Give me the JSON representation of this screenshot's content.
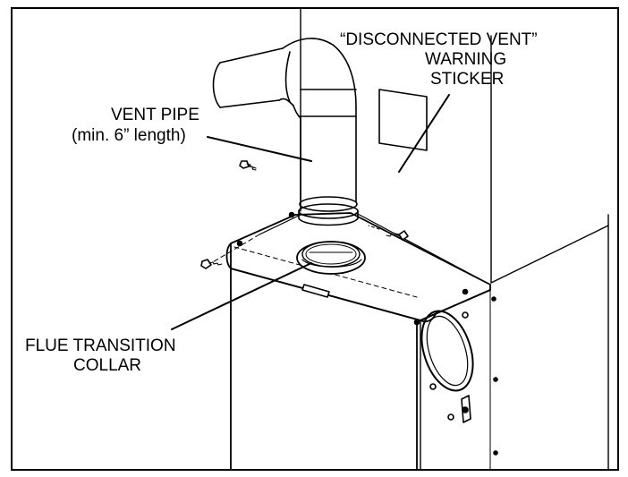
{
  "labels": {
    "disconnected_vent": "“DISCONNECTED VENT”",
    "warning": "WARNING",
    "sticker": "STICKER",
    "vent_pipe": "VENT PIPE",
    "min_length": "(min. 6” length)",
    "flue_transition": "FLUE TRANSITION",
    "collar": "COLLAR"
  },
  "colors": {
    "line": "#000000",
    "shade": "#bfbfbf",
    "light_shade": "#e6e6e6",
    "background": "#ffffff"
  }
}
